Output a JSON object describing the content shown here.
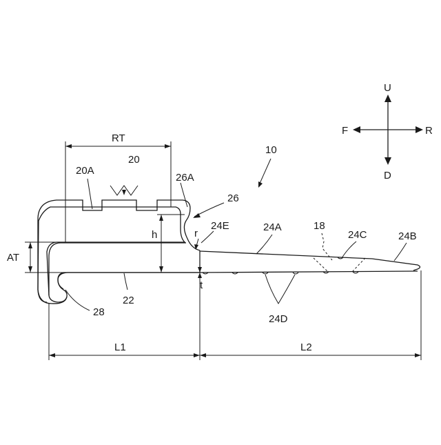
{
  "figure": {
    "ref_10": "10",
    "ref_18": "18",
    "ref_20": "20",
    "ref_20A": "20A",
    "ref_22": "22",
    "ref_24A": "24A",
    "ref_24B": "24B",
    "ref_24C": "24C",
    "ref_24D": "24D",
    "ref_24E": "24E",
    "ref_26": "26",
    "ref_26A": "26A",
    "ref_28": "28",
    "dim_RT": "RT",
    "dim_AT": "AT",
    "dim_h": "h",
    "dim_r": "r",
    "dim_t": "t",
    "dim_L1": "L1",
    "dim_L2": "L2",
    "dir_up": "U",
    "dir_down": "D",
    "dir_front": "F",
    "dir_rear": "R"
  }
}
